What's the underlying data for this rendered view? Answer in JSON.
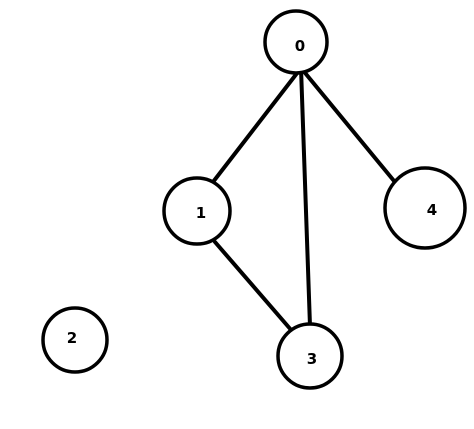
{
  "graph": {
    "nodes": [
      {
        "id": "0",
        "label": "0"
      },
      {
        "id": "1",
        "label": "1"
      },
      {
        "id": "2",
        "label": "2"
      },
      {
        "id": "3",
        "label": "3"
      },
      {
        "id": "4",
        "label": "4"
      }
    ],
    "edges": [
      {
        "from": "0",
        "to": "1"
      },
      {
        "from": "0",
        "to": "3"
      },
      {
        "from": "0",
        "to": "4"
      },
      {
        "from": "1",
        "to": "3"
      }
    ],
    "colors": {
      "stroke": "#000000",
      "fill": "#ffffff",
      "text": "#000000"
    }
  }
}
